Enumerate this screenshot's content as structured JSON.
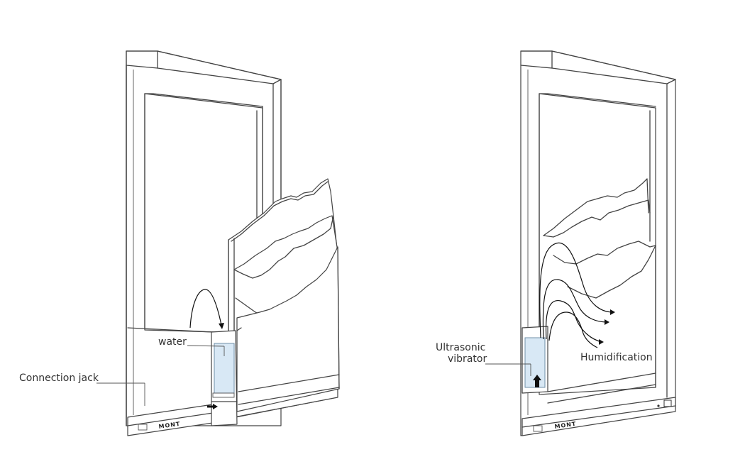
{
  "labels": {
    "water": "water",
    "connection_jack": "Connection jack",
    "ultrasonic_vibrator_line1": "Ultrasonic",
    "ultrasonic_vibrator_line2": "vibrator",
    "humidification": "Humidification",
    "brand_left": "MONT",
    "brand_right": "MONT"
  },
  "colors": {
    "line": "#444444",
    "water_fill": "#d8e8f5",
    "arrow": "#111111"
  }
}
